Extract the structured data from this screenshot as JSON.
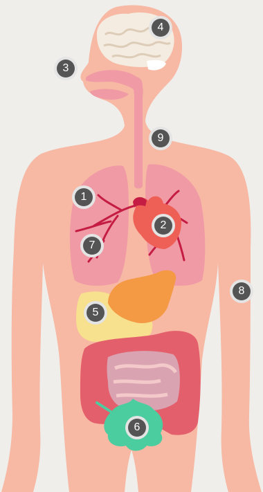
{
  "markers": [
    {
      "id": "lungs",
      "label": "1"
    },
    {
      "id": "heart",
      "label": "2"
    },
    {
      "id": "mouth",
      "label": "3"
    },
    {
      "id": "brain",
      "label": "4"
    },
    {
      "id": "stomach",
      "label": "5"
    },
    {
      "id": "intestine",
      "label": "6"
    },
    {
      "id": "bronchi",
      "label": "7"
    },
    {
      "id": "skin",
      "label": "8"
    },
    {
      "id": "trachea",
      "label": "9"
    }
  ],
  "colors": {
    "background": "#efeeeb",
    "skin": "#f7b8a4",
    "lungs": "#f09aa5",
    "heart": "#ee5f55",
    "vessels": "#c41c43",
    "brain": "#f4ece0",
    "stomach": "#f49a45",
    "liver": "#f7e08e",
    "large_intestine": "#e45f6c",
    "small_intestine": "#d9a3b2",
    "anus_bush": "#4ccda0",
    "marker_dot": "#545454",
    "marker_ring": "#e4e4e4"
  }
}
